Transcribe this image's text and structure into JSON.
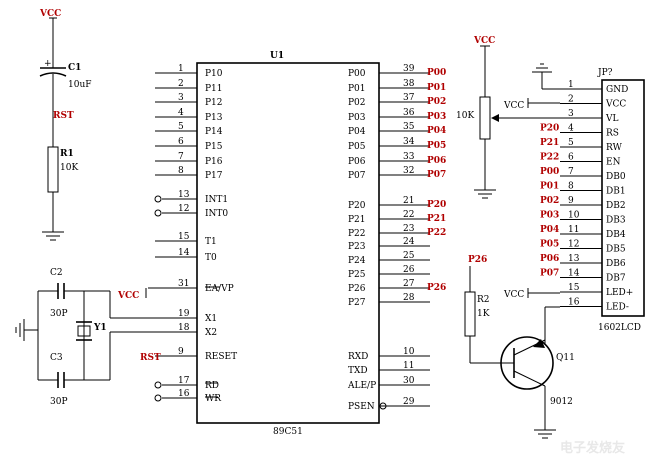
{
  "mcu": {
    "ref": "U1",
    "part": "89C51",
    "left_pins": [
      {
        "num": "1",
        "name": "P10"
      },
      {
        "num": "2",
        "name": "P11"
      },
      {
        "num": "3",
        "name": "P12"
      },
      {
        "num": "4",
        "name": "P13"
      },
      {
        "num": "5",
        "name": "P14"
      },
      {
        "num": "6",
        "name": "P15"
      },
      {
        "num": "7",
        "name": "P16"
      },
      {
        "num": "8",
        "name": "P17"
      },
      {
        "num": "13",
        "name": "INT1"
      },
      {
        "num": "12",
        "name": "INT0"
      },
      {
        "num": "15",
        "name": "T1"
      },
      {
        "num": "14",
        "name": "T0"
      },
      {
        "num": "31",
        "name": "EA/VP"
      },
      {
        "num": "19",
        "name": "X1"
      },
      {
        "num": "18",
        "name": "X2"
      },
      {
        "num": "9",
        "name": "RESET"
      },
      {
        "num": "17",
        "name": "RD"
      },
      {
        "num": "16",
        "name": "WR"
      }
    ],
    "right_pins": [
      {
        "num": "39",
        "name": "P00",
        "net": "P00"
      },
      {
        "num": "38",
        "name": "P01",
        "net": "P01"
      },
      {
        "num": "37",
        "name": "P02",
        "net": "P02"
      },
      {
        "num": "36",
        "name": "P03",
        "net": "P03"
      },
      {
        "num": "35",
        "name": "P04",
        "net": "P04"
      },
      {
        "num": "34",
        "name": "P05",
        "net": "P05"
      },
      {
        "num": "33",
        "name": "P06",
        "net": "P06"
      },
      {
        "num": "32",
        "name": "P07",
        "net": "P07"
      },
      {
        "num": "21",
        "name": "P20",
        "net": "P20"
      },
      {
        "num": "22",
        "name": "P21",
        "net": "P21"
      },
      {
        "num": "23",
        "name": "P22",
        "net": "P22"
      },
      {
        "num": "24",
        "name": "P23",
        "net": ""
      },
      {
        "num": "25",
        "name": "P24",
        "net": ""
      },
      {
        "num": "26",
        "name": "P25",
        "net": ""
      },
      {
        "num": "27",
        "name": "P26",
        "net": "P26"
      },
      {
        "num": "28",
        "name": "P27",
        "net": ""
      },
      {
        "num": "10",
        "name": "RXD",
        "net": ""
      },
      {
        "num": "11",
        "name": "TXD",
        "net": ""
      },
      {
        "num": "30",
        "name": "ALE/P",
        "net": ""
      },
      {
        "num": "29",
        "name": "PSEN",
        "net": ""
      }
    ]
  },
  "lcd": {
    "ref": "JP?",
    "part": "1602LCD",
    "pins": [
      {
        "num": "1",
        "name": "GND",
        "net": ""
      },
      {
        "num": "2",
        "name": "VCC",
        "net": ""
      },
      {
        "num": "3",
        "name": "VL",
        "net": ""
      },
      {
        "num": "4",
        "name": "RS",
        "net": "P20"
      },
      {
        "num": "5",
        "name": "RW",
        "net": "P21"
      },
      {
        "num": "6",
        "name": "EN",
        "net": "P22"
      },
      {
        "num": "7",
        "name": "DB0",
        "net": "P00"
      },
      {
        "num": "8",
        "name": "DB1",
        "net": "P01"
      },
      {
        "num": "9",
        "name": "DB2",
        "net": "P02"
      },
      {
        "num": "10",
        "name": "DB3",
        "net": "P03"
      },
      {
        "num": "11",
        "name": "DB4",
        "net": "P04"
      },
      {
        "num": "12",
        "name": "DB5",
        "net": "P05"
      },
      {
        "num": "13",
        "name": "DB6",
        "net": "P06"
      },
      {
        "num": "14",
        "name": "DB7",
        "net": "P07"
      },
      {
        "num": "15",
        "name": "LED+",
        "net": ""
      },
      {
        "num": "16",
        "name": "LED-",
        "net": ""
      }
    ]
  },
  "reset_circuit": {
    "vcc": "VCC",
    "cap_ref": "C1",
    "cap_val": "10uF",
    "net": "RST",
    "res_ref": "R1",
    "res_val": "10K"
  },
  "crystal": {
    "c2_ref": "C2",
    "c2_val": "30P",
    "c3_ref": "C3",
    "c3_val": "30P",
    "xtal_ref": "Y1"
  },
  "labels": {
    "vcc": "VCC",
    "rst": "RST",
    "p26": "P26"
  },
  "pot": {
    "vcc": "VCC",
    "value": "10K"
  },
  "backlight": {
    "net": "P26",
    "res_ref": "R2",
    "res_val": "1K",
    "vcc": "VCC",
    "q_ref": "Q11",
    "q_part": "9012"
  },
  "watermark": "电子发烧友",
  "colors": {
    "wire": "#000000",
    "net_label": "#b00000"
  }
}
